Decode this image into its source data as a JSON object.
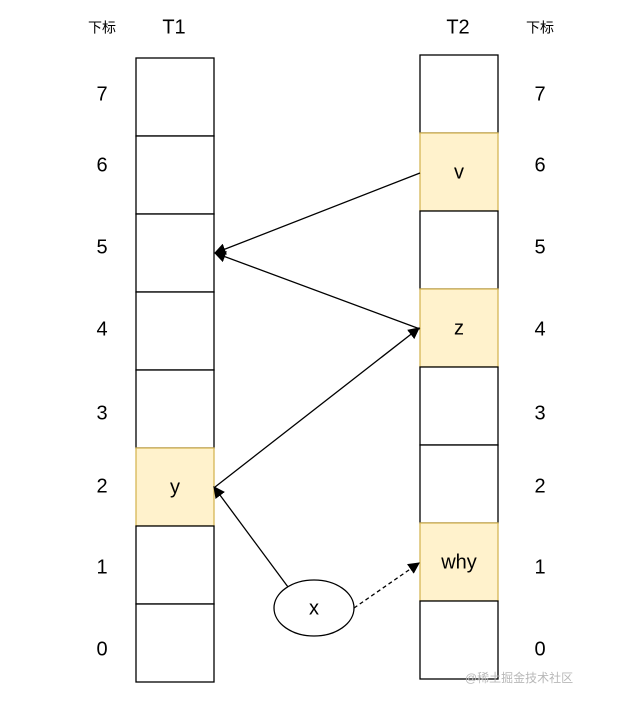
{
  "header_label": "下标",
  "t1_title": "T1",
  "t2_title": "T2",
  "indices": [
    "7",
    "6",
    "5",
    "4",
    "3",
    "2",
    "1",
    "0"
  ],
  "t1_cells": [
    "",
    "",
    "",
    "",
    "",
    "y",
    "",
    ""
  ],
  "t2_cells": [
    "",
    "v",
    "",
    "z",
    "",
    "",
    "why",
    ""
  ],
  "node_x": "x",
  "watermark": "@稀土掘金技术社区",
  "colors": {
    "highlight_fill": "#fff2cc",
    "highlight_stroke": "#d6b656"
  }
}
